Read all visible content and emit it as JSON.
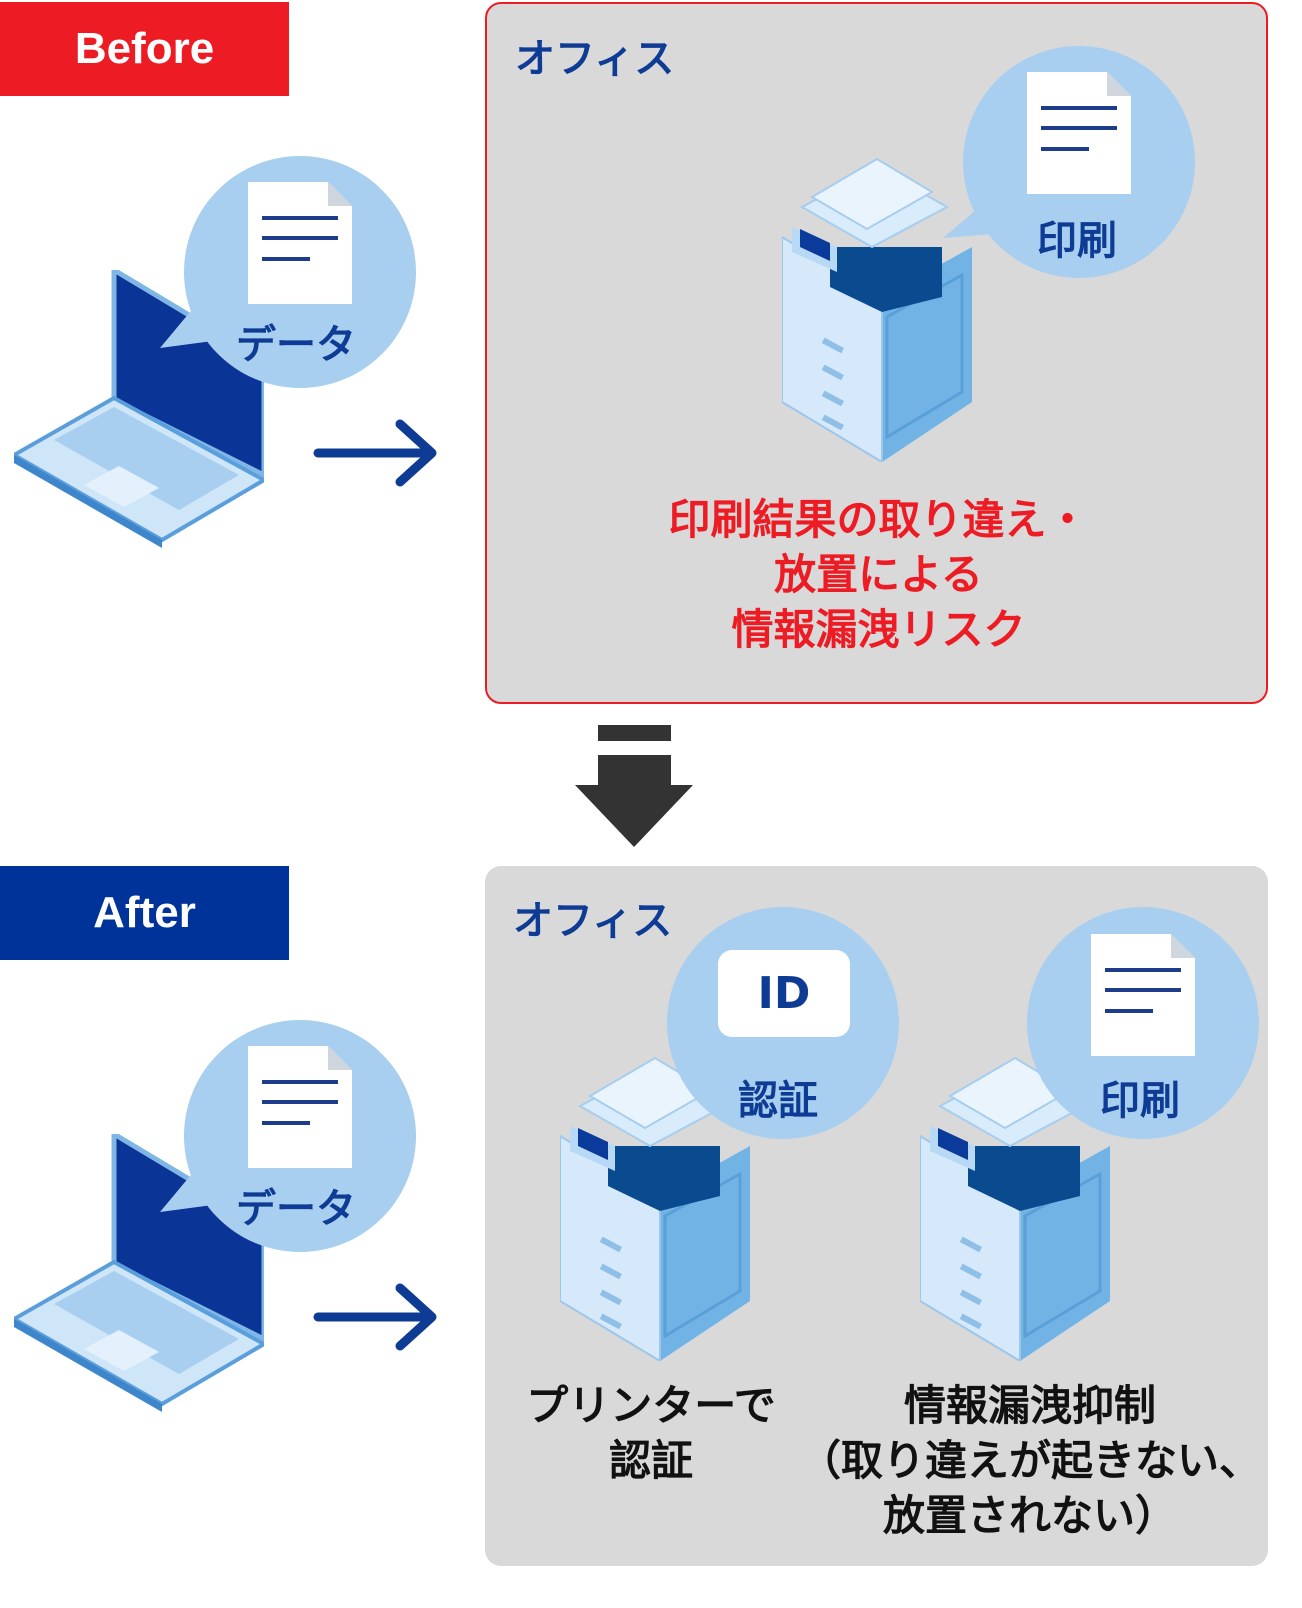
{
  "before": {
    "label": "Before",
    "label_color": "#ED1C24",
    "laptop_bubble": "データ",
    "office": {
      "title": "オフィス",
      "printer_bubble": "印刷",
      "risk_lines": [
        "印刷結果の取り違え・",
        "放置による",
        "情報漏洩リスク"
      ],
      "risk_color": "#ED1C24"
    }
  },
  "after": {
    "label": "After",
    "label_color": "#003399",
    "laptop_bubble": "データ",
    "office": {
      "title": "オフィス",
      "auth_badge": "ID",
      "auth_bubble": "認証",
      "print_bubble": "印刷",
      "auth_caption": [
        "プリンターで",
        "認証"
      ],
      "print_caption": [
        "情報漏洩抑制",
        "（取り違えが起きない、",
        "放置されない）"
      ]
    }
  },
  "icons": [
    "laptop-icon",
    "printer-icon",
    "document-icon",
    "arrow-right-icon",
    "arrow-down-icon"
  ]
}
